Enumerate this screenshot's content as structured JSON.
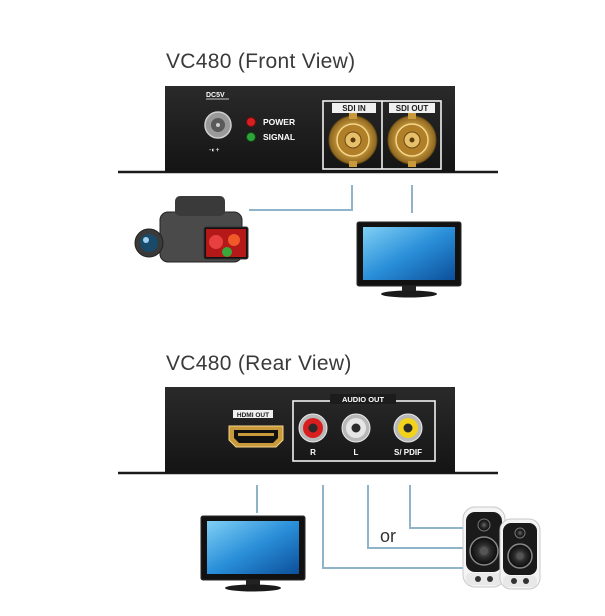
{
  "front": {
    "title": "VC480 (Front View)",
    "dc_label": "DC5V",
    "power_label": "POWER",
    "signal_label": "SIGNAL",
    "sdi_in_label": "SDI IN",
    "sdi_out_label": "SDI OUT"
  },
  "rear": {
    "title": "VC480 (Rear View)",
    "hdmi_label": "HDMI OUT",
    "audio_out_label": "AUDIO OUT",
    "r_label": "R",
    "l_label": "L",
    "spdif_label": "S/ PDIF",
    "or_label": "or"
  },
  "colors": {
    "background": "#ffffff",
    "device_body": "#1c1c1c",
    "cable_line": "#8fb4c9",
    "power_led": "#d42020",
    "signal_led": "#2fa43a",
    "bnc_gold": "#c99a3c",
    "rca_red": "#d81e1e",
    "rca_white": "#e6e6e6",
    "rca_yellow": "#f2d21a"
  }
}
